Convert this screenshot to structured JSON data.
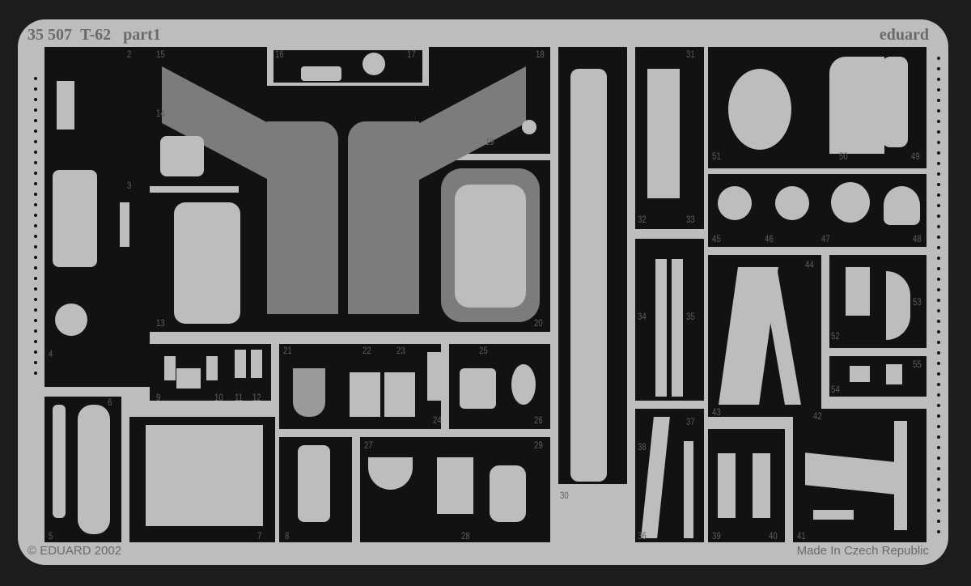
{
  "fret": {
    "catalog_number": "35 507",
    "model": "T-62",
    "part_set": "part1",
    "brand": "eduard",
    "copyright": "© EDUARD 2002",
    "origin": "Made In Czech Republic"
  },
  "part_labels": [
    "2",
    "15",
    "16",
    "17",
    "18",
    "31",
    "14",
    "3",
    "19",
    "13",
    "20",
    "4",
    "9",
    "10",
    "11",
    "12",
    "21",
    "22",
    "23",
    "24",
    "25",
    "26",
    "5",
    "6",
    "7",
    "8",
    "27",
    "28",
    "29",
    "30",
    "32",
    "33",
    "34",
    "35",
    "36",
    "37",
    "38",
    "39",
    "40",
    "41",
    "42",
    "43",
    "44",
    "45",
    "46",
    "47",
    "48",
    "49",
    "50",
    "51",
    "52",
    "53",
    "54",
    "55"
  ],
  "colors": {
    "background": "#1c1c1c",
    "plate": "#bdbdbd",
    "cutout": "#121212",
    "half_etched": "#7c7c7c"
  }
}
